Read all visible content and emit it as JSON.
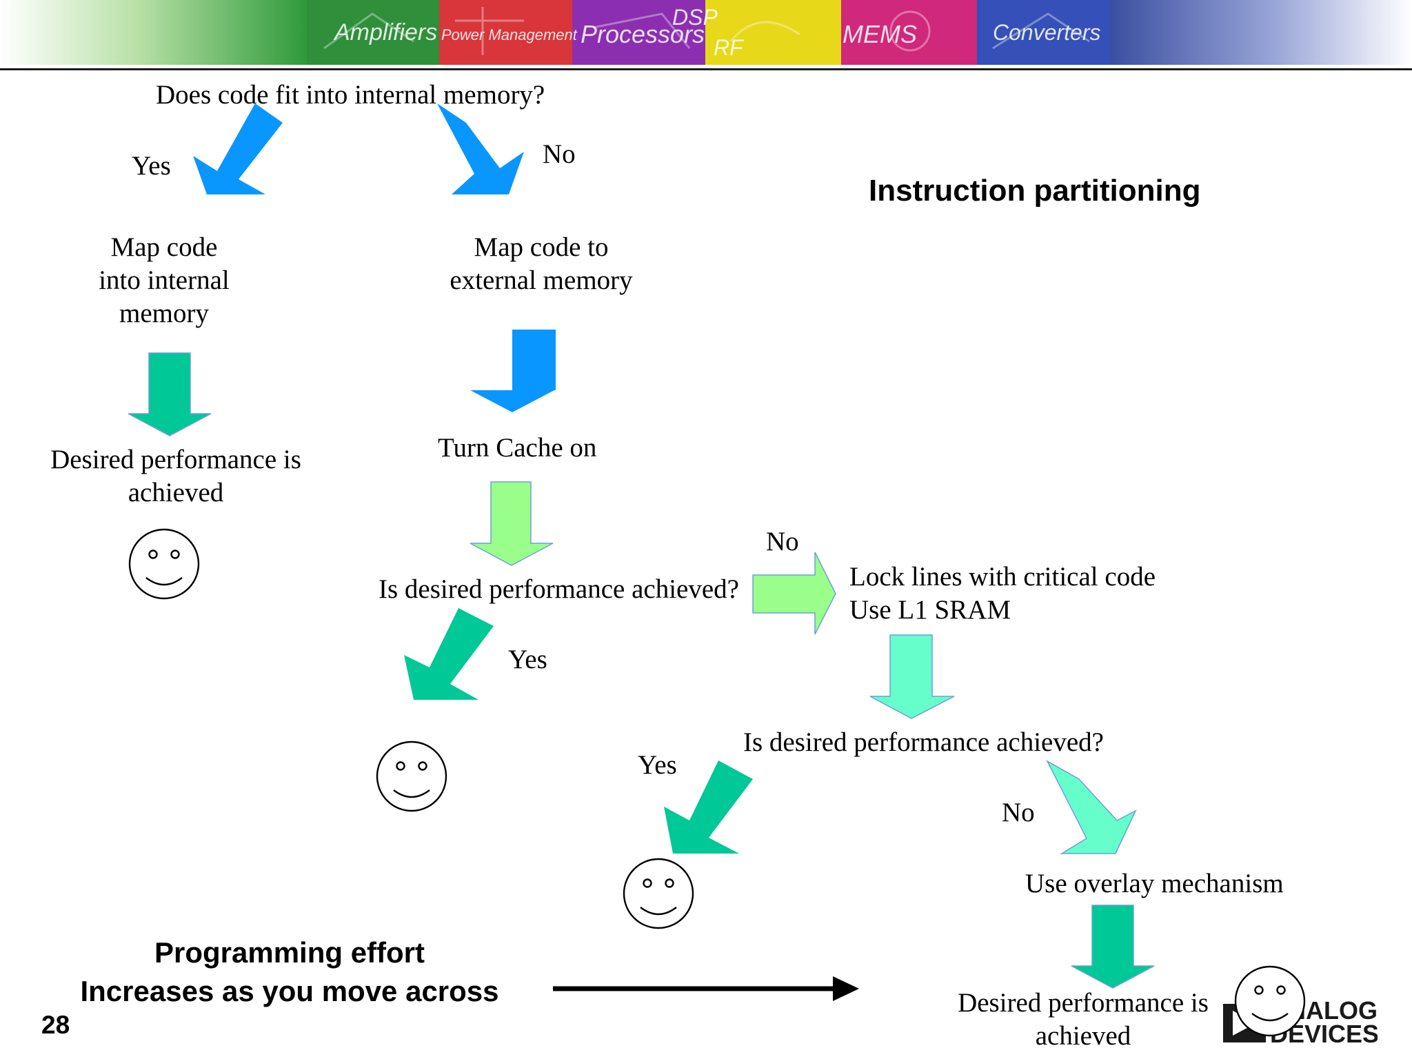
{
  "banner": {
    "tiles": [
      "Amplifiers",
      "Power Management",
      "Processors",
      "DSP",
      "RF",
      "MEMS",
      "Converters"
    ]
  },
  "title": "Instruction partitioning",
  "nodes": {
    "question_memory": "Does code fit into internal memory?",
    "yes_1": "Yes",
    "no_1": "No",
    "map_internal": [
      "Map code",
      "into internal",
      "memory"
    ],
    "map_external": [
      "Map code to",
      "external memory"
    ],
    "desired_left": [
      "Desired performance is",
      "achieved"
    ],
    "turn_cache": "Turn Cache on",
    "question_perf_1": "Is desired performance achieved?",
    "no_2": "No",
    "lock_lines": [
      "Lock lines with critical code",
      "Use L1 SRAM"
    ],
    "yes_2": "Yes",
    "question_perf_2": "Is desired performance achieved?",
    "yes_3": "Yes",
    "no_3": "No",
    "overlay": "Use overlay mechanism",
    "desired_right": [
      "Desired performance is",
      "achieved"
    ]
  },
  "effort": {
    "line1": "Programming effort",
    "line2": "Increases as you move across"
  },
  "page_number": "28",
  "logo": {
    "text": "ANALOG\nDEVICES"
  },
  "colors": {
    "blue_arrow": "#0a96ff",
    "green_arrow": "#00c896",
    "lightgreen_arrow": "#99ff8a",
    "aqua_arrow": "#66ffcc"
  }
}
